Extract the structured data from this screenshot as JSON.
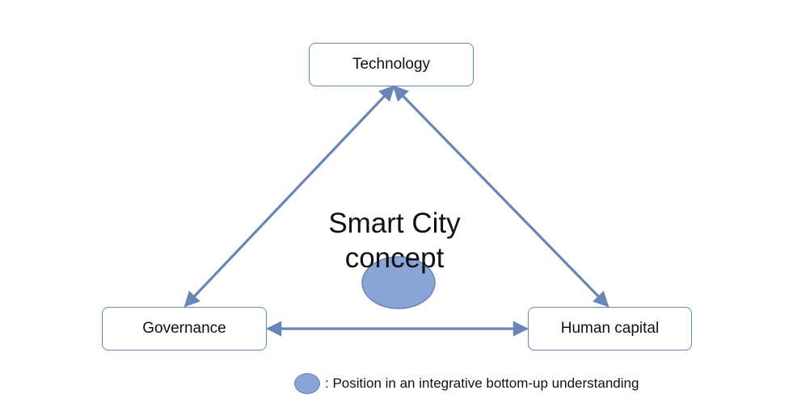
{
  "nodes": {
    "technology": "Technology",
    "governance": "Governance",
    "human_capital": "Human capital"
  },
  "center": {
    "line1": "Smart City",
    "line2": "concept"
  },
  "legend": {
    "text": ": Position in an integrative bottom-up understanding"
  },
  "colors": {
    "box_border": "#6a86b8",
    "arrow": "#6a86b8",
    "ellipse_fill": "#8aa4d6"
  }
}
